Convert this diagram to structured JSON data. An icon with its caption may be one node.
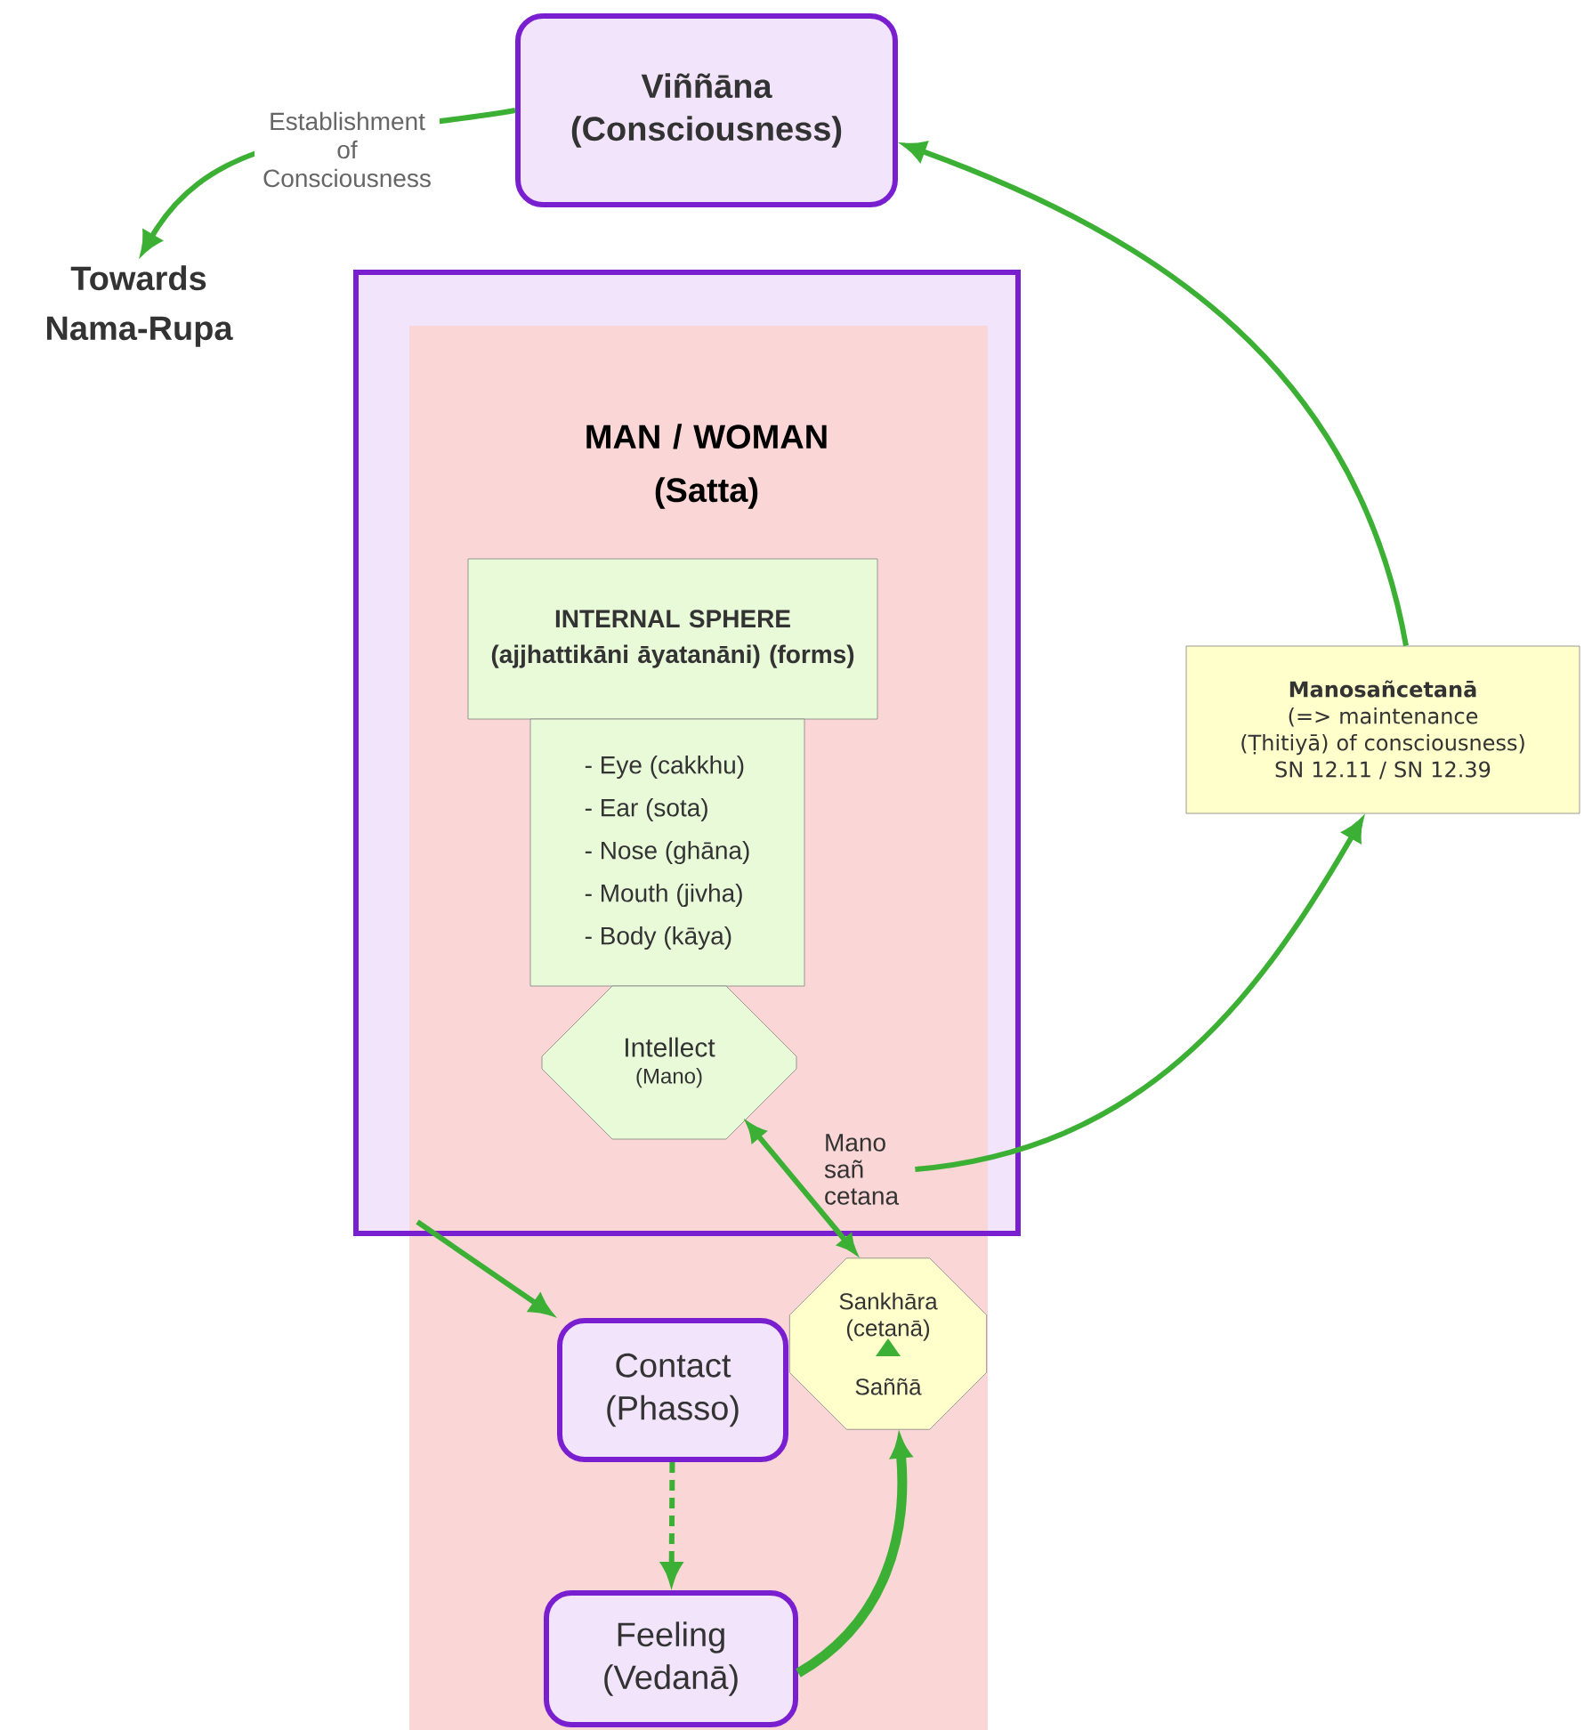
{
  "diagram": {
    "nodes": [
      {
        "text": [
          "Viññāna (Consciousness)"
        ]
      },
      {
        "text": [
          "Towards Nama-Rupa"
        ]
      },
      {
        "text": [
          "MAN / WOMAN (Satta)"
        ]
      },
      {
        "text": [
          "INTERNAL SPHERE (ajjhattikāni āyatanāni) (forms)"
        ],
        "in": 2
      },
      {
        "text": [
          "- Eye (cakkhu)",
          "- Ear (sota)",
          "- Nose (ghāna)",
          "- Mouth (jivha)",
          "- Body (kāya)"
        ],
        "in": 2
      },
      {
        "text": [
          "Intellect",
          "(Mano)"
        ],
        "in": 2
      },
      {
        "text": [
          "Manosañcetanā",
          "(=> maintenance (Ṭhitiyā) of consciousness)",
          "SN 12.11 / SN 12.39"
        ]
      },
      {
        "text": [
          "Sankhāra (cetanā)",
          "Saññā"
        ]
      },
      {
        "text": [
          "Contact (Phasso)"
        ]
      },
      {
        "text": [
          "Feeling (Vedanā)"
        ]
      },
      {
        "text": [
          "Mano sañ cetana"
        ],
        "in": 2
      }
    ],
    "edges": [
      {
        "from": 0,
        "to": 1,
        "arrow": "to",
        "label": "Establishment of Consciousness"
      },
      {
        "from": 6,
        "to": 0,
        "arrow": "to"
      },
      {
        "from": 10,
        "to": 6,
        "arrow": "to"
      },
      {
        "from": 5,
        "to": 7,
        "arrow": "both"
      },
      {
        "from": 2,
        "to": 8,
        "arrow": "to"
      },
      {
        "from": 8,
        "to": 9,
        "arrow": "to",
        "style": "dashed"
      },
      {
        "from": 9,
        "to": 7,
        "arrow": "to",
        "style": "thick"
      }
    ]
  }
}
